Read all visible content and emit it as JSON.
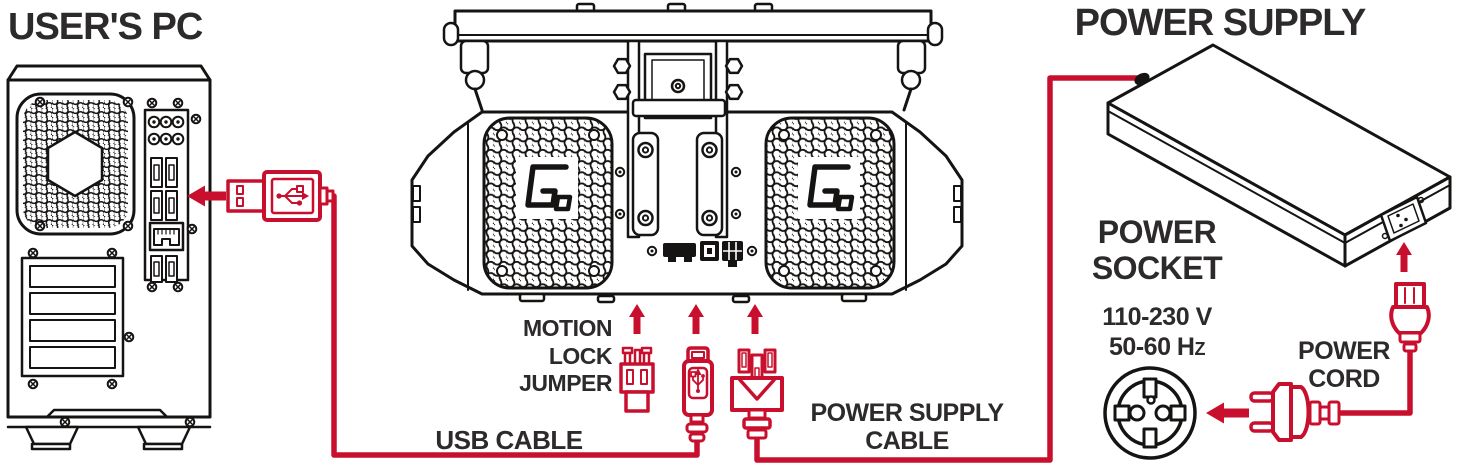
{
  "labels": {
    "users_pc": "USER'S PC",
    "power_supply": "POWER SUPPLY",
    "power_socket": "POWER SOCKET",
    "voltage": "110-230 V",
    "frequency": "50-60 Hz",
    "motion_lock_jumper": "MOTION LOCK JUMPER",
    "usb_cable": "USB CABLE",
    "power_supply_cable": "POWER SUPPLY CABLE",
    "power_cord": "POWER CORD"
  },
  "colors": {
    "cable_red": "#C8102E",
    "line_ink": "#161413",
    "label_ink": "#2D2A2B",
    "background": "#FFFFFF"
  },
  "icons": {
    "usb-trident-icon": "USB trident symbol",
    "up-arrow-icon": "solid red arrow pointing up",
    "left-arrow-icon": "solid red arrow pointing left",
    "screw-icon": "cross-head screw",
    "brand-logo-icon": "stylized Q logo on vent grilles"
  }
}
